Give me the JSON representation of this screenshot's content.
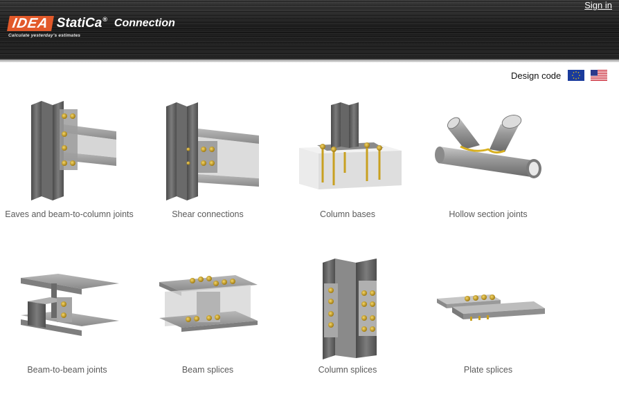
{
  "header": {
    "logo_mark": "IDEA",
    "product": "StatiCa",
    "registered": "®",
    "module": "Connection",
    "tagline": "Calculate yesterday's estimates",
    "signin_label": "Sign in"
  },
  "design_code": {
    "label": "Design code",
    "flags": [
      {
        "name": "eu-flag",
        "icon": "eu-flag-icon"
      },
      {
        "name": "us-flag",
        "icon": "us-flag-icon"
      }
    ]
  },
  "categories": [
    {
      "label": "Eaves and beam-to-column joints",
      "icon": "eaves-joint-icon"
    },
    {
      "label": "Shear connections",
      "icon": "shear-connection-icon"
    },
    {
      "label": "Column bases",
      "icon": "column-base-icon"
    },
    {
      "label": "Hollow section joints",
      "icon": "hollow-section-icon"
    },
    {
      "label": "Beam-to-beam joints",
      "icon": "beam-to-beam-icon"
    },
    {
      "label": "Beam splices",
      "icon": "beam-splice-icon"
    },
    {
      "label": "Column splices",
      "icon": "column-splice-icon"
    },
    {
      "label": "Plate splices",
      "icon": "plate-splice-icon"
    }
  ],
  "colors": {
    "brand_orange": "#e2592a",
    "steel_dark": "#5b5b5b",
    "steel_light": "#a8a8a8",
    "bolt_gold": "#c8a020",
    "label_gray": "#5a5a5a"
  }
}
